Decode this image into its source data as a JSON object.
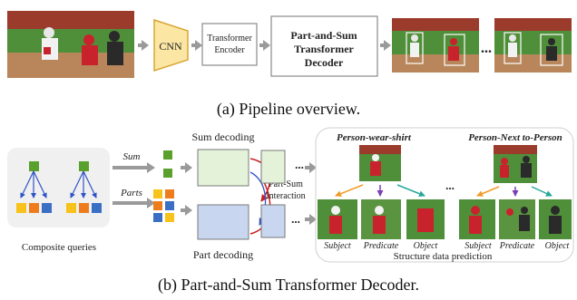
{
  "pipeline": {
    "cnn": "CNN",
    "encoder": [
      "Transformer",
      "Encoder"
    ],
    "decoder": [
      "Part-and-Sum",
      "Transformer",
      "Decoder"
    ],
    "ellipsis": "...",
    "caption": "(a) Pipeline overview."
  },
  "decoder_detail": {
    "composite_queries": "Composite queries",
    "sum_label": "Sum",
    "parts_label": "Parts",
    "sum_decoding": "Sum decoding",
    "part_decoding": "Part decoding",
    "interaction": [
      "Part-Sum",
      "Interaction"
    ],
    "ellipsis": "...",
    "example_1": "Person-wear-shirt",
    "example_2": "Person-Next to-Person",
    "subject": "Subject",
    "predicate": "Predicate",
    "object": "Object",
    "prediction_label": "Structure data prediction",
    "caption": "(b) Part-and-Sum Transformer Decoder."
  },
  "colors": {
    "sum_green": "#5aa02c",
    "part_orange": "#ee7c1c",
    "part_yellow": "#f7c21a",
    "part_blue": "#3b6fc4",
    "cnn_fill": "#fbe6a4",
    "interaction_red": "#cc1f1f",
    "interaction_blue": "#2e52c8",
    "arrow_gray": "#9a9a9a"
  }
}
